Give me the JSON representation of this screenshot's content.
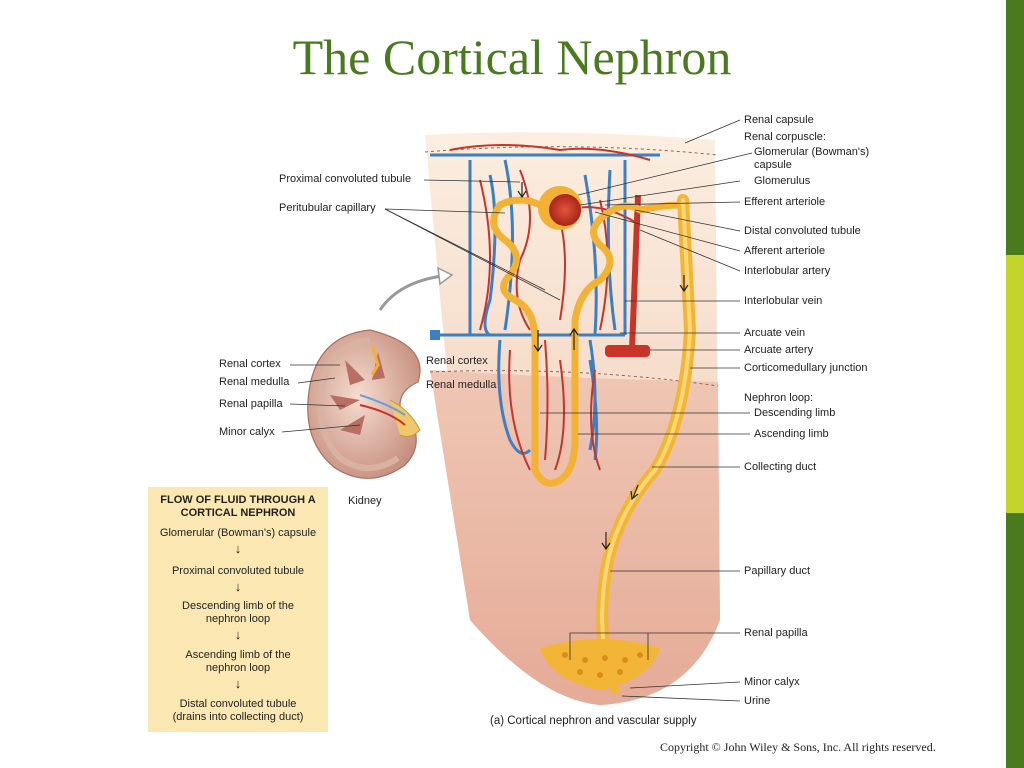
{
  "slide": {
    "title": "The Cortical Nephron",
    "copyright": "Copyright © John Wiley & Sons, Inc. All rights reserved.",
    "accent_colors": {
      "title": "#4a7a1e",
      "bar_dark": "#4a7a1e",
      "bar_light": "#c4d42b"
    }
  },
  "labels": {
    "renal_capsule": "Renal capsule",
    "renal_corpuscle": "Renal corpuscle:",
    "glomerular_capsule_1": "Glomerular (Bowman's)",
    "glomerular_capsule_2": "capsule",
    "glomerulus": "Glomerulus",
    "efferent_arteriole": "Efferent arteriole",
    "distal_convoluted_tubule": "Distal convoluted tubule",
    "afferent_arteriole": "Afferent arteriole",
    "interlobular_artery": "Interlobular artery",
    "interlobular_vein": "Interlobular vein",
    "arcuate_vein": "Arcuate vein",
    "arcuate_artery": "Arcuate artery",
    "corticomedullary_junction": "Corticomedullary junction",
    "nephron_loop": "Nephron loop:",
    "descending_limb": "Descending limb",
    "ascending_limb": "Ascending limb",
    "collecting_duct": "Collecting duct",
    "papillary_duct": "Papillary duct",
    "renal_papilla_right": "Renal papilla",
    "minor_calyx_right": "Minor calyx",
    "urine": "Urine",
    "proximal_convoluted_tubule": "Proximal convoluted tubule",
    "peritubular_capillary": "Peritubular capillary",
    "renal_cortex_inner": "Renal cortex",
    "renal_medulla_inner": "Renal medulla",
    "renal_cortex_kidney": "Renal cortex",
    "renal_medulla_kidney": "Renal medulla",
    "renal_papilla_kidney": "Renal papilla",
    "minor_calyx_kidney": "Minor calyx",
    "kidney": "Kidney",
    "caption": "(a) Cortical nephron and vascular supply"
  },
  "flow_box": {
    "heading_1": "FLOW OF FLUID THROUGH A",
    "heading_2": "CORTICAL NEPHRON",
    "arrow": "↓",
    "steps": [
      [
        "Glomerular (Bowman's) capsule"
      ],
      [
        "Proximal convoluted tubule"
      ],
      [
        "Descending limb of the",
        "nephron loop"
      ],
      [
        "Ascending limb of the",
        "nephron loop"
      ],
      [
        "Distal convoluted tubule",
        "(drains into collecting duct)"
      ]
    ]
  }
}
